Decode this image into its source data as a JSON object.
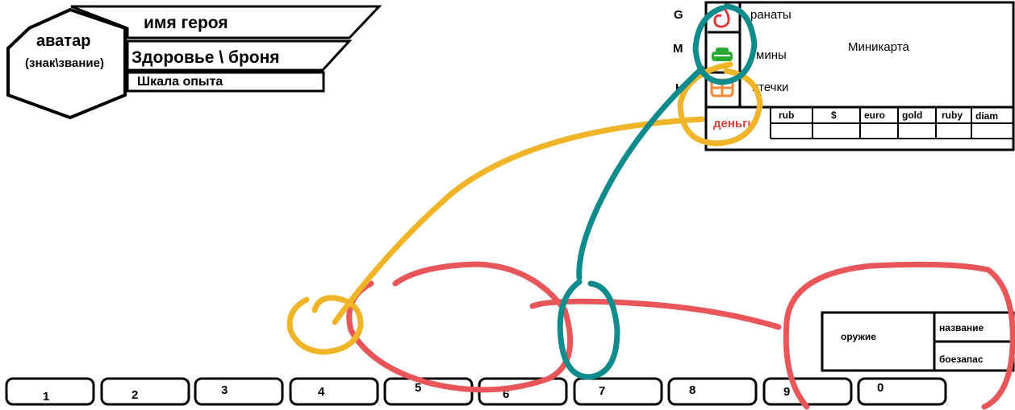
{
  "hud": {
    "avatar_title": "аватар",
    "avatar_subtitle": "(знак\\звание)",
    "hero_name": "имя героя",
    "health_armor": "Здоровье \\ броня",
    "xp_bar": "Шкала опыта"
  },
  "side_panel": {
    "keys": [
      "G",
      "M",
      "H"
    ],
    "items": [
      "ранаты",
      "мины",
      "птечки"
    ],
    "minimap": "Миникарта",
    "money_label": "деньги",
    "currencies": [
      "rub",
      "$",
      "euro",
      "gold",
      "ruby",
      "diam"
    ]
  },
  "weapon_panel": {
    "weapon": "оружие",
    "name": "название",
    "ammo": "боезапас"
  },
  "hotbar": {
    "slots": [
      "1",
      "2",
      "3",
      "4",
      "5",
      "6",
      "7",
      "8",
      "9",
      "0"
    ]
  },
  "colors": {
    "annotation_red": "#e8565a",
    "annotation_yellow": "#f0b429",
    "annotation_teal": "#108b8b",
    "grenade_icon": "#e0353a",
    "mine_icon": "#2aa832",
    "medkit_icon": "#f08a3a",
    "money_text": "#d0443f"
  }
}
